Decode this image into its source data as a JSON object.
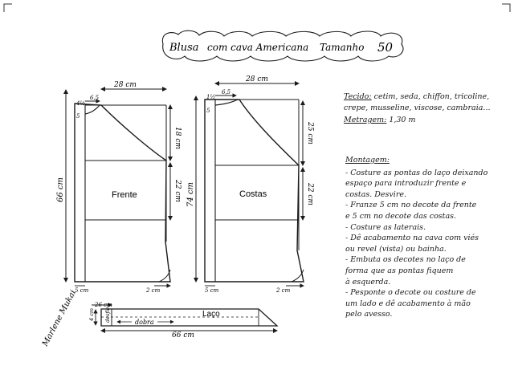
{
  "title": {
    "line1": "Blusa",
    "line2": "com cava Americana",
    "line3": "Tamanho",
    "size": "50"
  },
  "front": {
    "label": "Frente",
    "width": "28 cm",
    "length": "66 cm",
    "neck_v": "4½",
    "neck_h": "6,5",
    "top_mark": "5",
    "cava": "18 cm",
    "lower": "22 cm",
    "hem_left": "5 cm",
    "hem_right": "2 cm"
  },
  "back": {
    "label": "Costas",
    "width": "28 cm",
    "length": "74 cm",
    "neck_v": "1½",
    "neck_h": "6,5",
    "top_mark": "5",
    "cava": "25 cm",
    "lower": "22 cm",
    "hem_left": "5 cm",
    "hem_right": "2 cm"
  },
  "laco": {
    "label": "Laço",
    "top_dim": "26 cm",
    "height": "4 cm",
    "fold": "dobra",
    "edge": "desfie",
    "total": "66 cm"
  },
  "notes": {
    "tecido_label": "Tecido:",
    "tecido_1": "cetim, seda, chiffon, tricoline,",
    "tecido_2": "crepe, musseline, viscose, cambraia...",
    "metragem_label": "Metragem:",
    "metragem_value": "1,30 m",
    "montagem_label": "Montagem:",
    "montagem": [
      "- Costure as pontas do laço deixando",
      "espaço para introduzir frente e",
      "costas. Desvire.",
      "- Franze 5 cm no decote da frente",
      "e 5 cm no decote das costas.",
      "- Costure as laterais.",
      "- Dê acabamento na cava com viés",
      "ou revel (vista) ou bainha.",
      "- Embuta os decotes no laço de",
      "forma que as pontas fiquem",
      "à esquerda.",
      "- Pesponte o decote ou costure de",
      "um lado e dê acabamento à mão",
      "pelo avesso."
    ]
  },
  "signature": "Marlene Mukai"
}
